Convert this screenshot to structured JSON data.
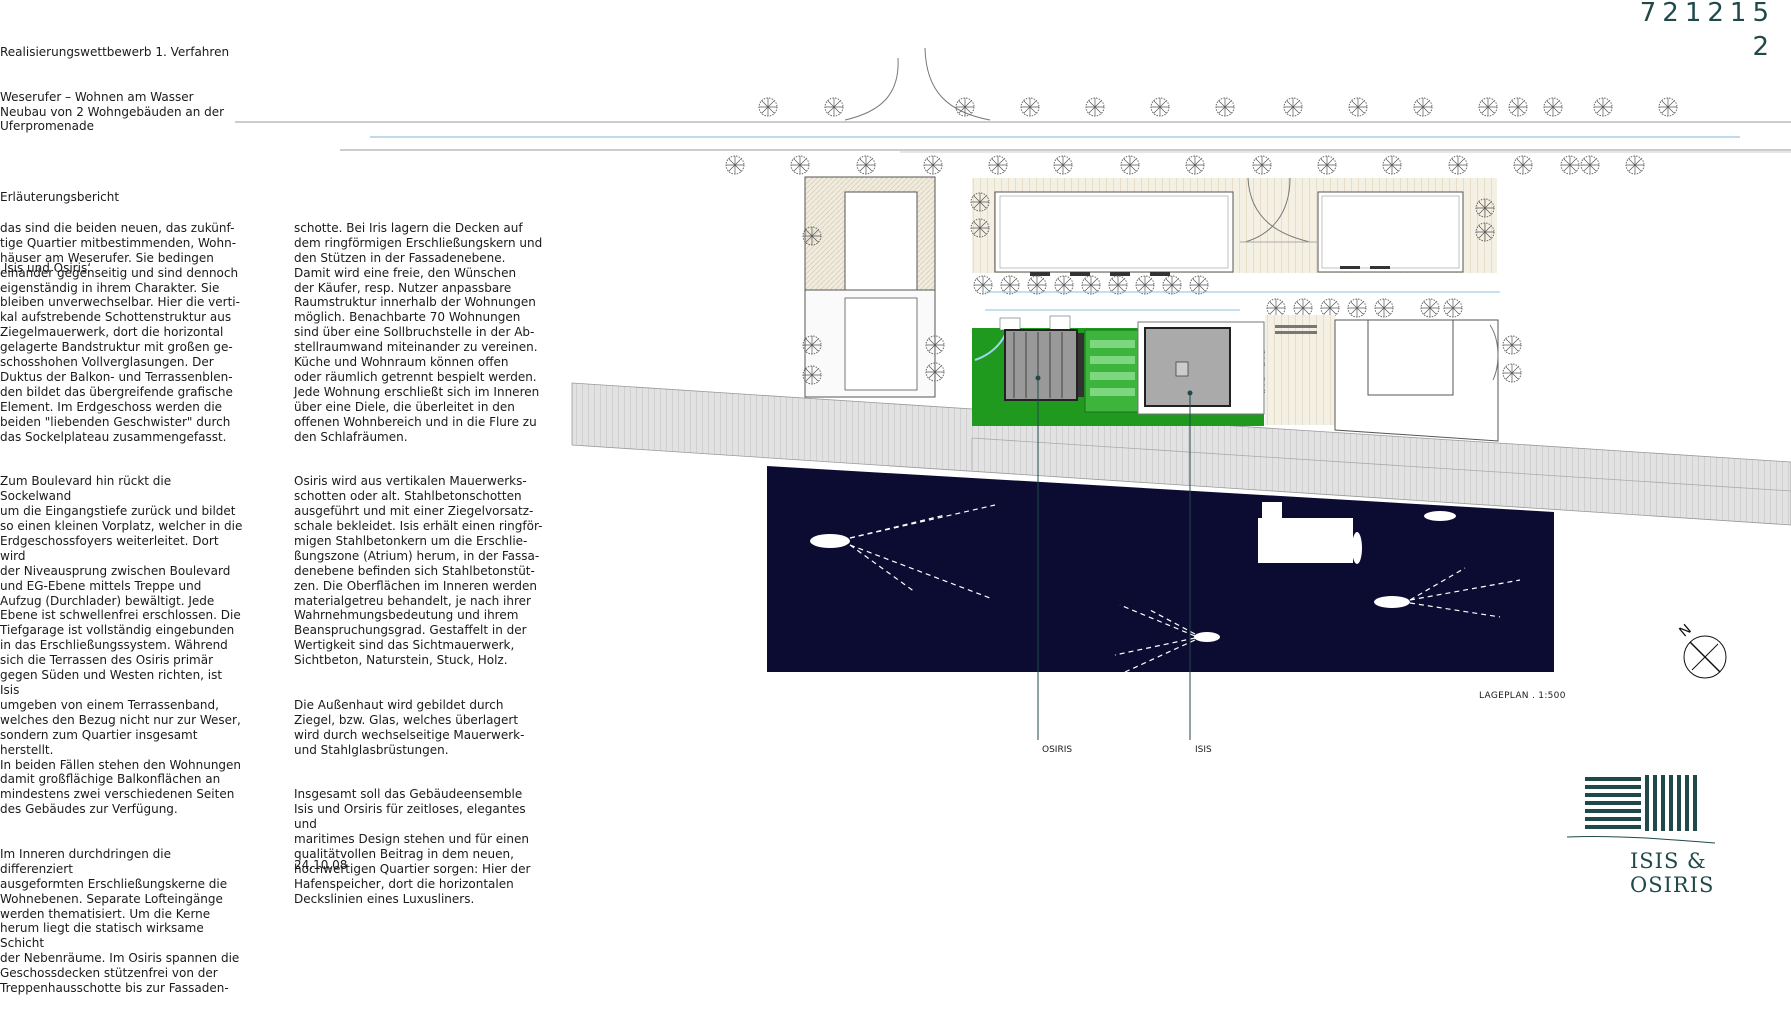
{
  "project_number": "721215",
  "sheet_number": "2",
  "header": {
    "competition": "Realisierungswettbewerb 1. Verfahren",
    "title": "Weserufer – Wohnen am Wasser\nNeubau von 2 Wohngebäuden an der\nUferpromenade",
    "section": "Erläuterungsbericht",
    "motto": "‚Isis und Osiris‘"
  },
  "column1": {
    "p1": "das sind die beiden neuen, das zukünf-\ntige Quartier mitbestimmenden, Wohn-\nhäuser am Weserufer. Sie bedingen\neinander gegenseitig und sind dennoch\neigenständig in ihrem Charakter. Sie\nbleiben unverwechselbar. Hier die verti-\nkal aufstrebende Schottenstruktur aus\nZiegelmauerwerk, dort die horizontal\ngelagerte Bandstruktur mit großen ge-\nschosshohen Vollverglasungen. Der\nDuktus der Balkon- und Terrassenblen-\nden bildet das übergreifende grafische\nElement. Im Erdgeschoss werden die\nbeiden \"liebenden Geschwister\" durch\ndas Sockelplateau zusammengefasst.",
    "p2": "Zum Boulevard hin rückt die Sockelwand\num die Eingangstiefe zurück und bildet\nso einen kleinen Vorplatz, welcher in die\nErdgeschossfoyers weiterleitet. Dort wird\nder Niveausprung zwischen Boulevard\nund EG-Ebene mittels Treppe und\nAufzug (Durchlader) bewältigt. Jede\nEbene ist schwellenfrei erschlossen. Die\nTiefgarage ist vollständig eingebunden\nin das Erschließungssystem. Während\nsich die Terrassen des Osiris primär\ngegen Süden und Westen richten, ist Isis\numgeben von einem Terrassenband,\nwelches den Bezug nicht nur zur Weser,\nsondern zum Quartier insgesamt herstellt.\nIn beiden Fällen stehen den Wohnungen\ndamit großflächige Balkonflächen an\nmindestens zwei verschiedenen Seiten\ndes Gebäudes zur Verfügung.",
    "p3": "Im Inneren durchdringen die differenziert\nausgeformten Erschließungskerne die\nWohnebenen. Separate Lofteingänge\nwerden thematisiert. Um die Kerne\nherum liegt die statisch wirksame Schicht\nder Nebenräume. Im Osiris spannen die\nGeschossdecken stützenfrei von der\nTreppenhausschotte bis zur Fassaden-"
  },
  "column2": {
    "p1": "schotte. Bei Iris lagern die Decken auf\ndem ringförmigen Erschließungskern und\nden Stützen in der Fassadenebene.\nDamit wird eine freie, den Wünschen\nder Käufer, resp. Nutzer anpassbare\nRaumstruktur innerhalb der Wohnungen\nmöglich. Benachbarte 70  Wohnungen\nsind über eine Sollbruchstelle in der Ab-\nstellraumwand miteinander zu vereinen.\nKüche und Wohnraum können offen\noder räumlich getrennt bespielt werden.\nJede Wohnung erschließt sich im Inneren\nüber eine Diele, die überleitet in den\noffenen Wohnbereich und in die Flure zu\nden Schlafräumen.",
    "p2": "Osiris wird aus vertikalen Mauerwerks-\nschotten oder alt. Stahlbetonschotten\nausgeführt und mit einer Ziegelvorsatz-\nschale bekleidet. Isis erhält einen ringför-\nmigen Stahlbetonkern um die Erschlie-\nßungszone (Atrium) herum, in der Fassa-\ndenebene befinden sich Stahlbetonstüt-\nzen. Die Oberflächen im Inneren werden\nmaterialgetreu behandelt, je nach ihrer\nWahrnehmungsbedeutung und ihrem\nBeanspruchungsgrad. Gestaffelt in der\nWertigkeit sind das Sichtmauerwerk,\nSichtbeton, Naturstein, Stuck, Holz.",
    "p3": "Die Außenhaut wird gebildet durch\nZiegel, bzw. Glas, welches überlagert\nwird durch wechselseitige Mauerwerk-\nund Stahlglasbrüstungen.",
    "p4": "Insgesamt soll das Gebäudeensemble\nIsis und Orsiris für zeitloses, elegantes und\nmaritimes Design stehen und für einen\nqualitätvollen Beitrag in dem neuen,\nhochwertigen Quartier sorgen: Hier der\nHafenspeicher, dort die horizontalen\nDeckslinien eines Luxusliners."
  },
  "date": "24.10.08",
  "plan": {
    "scale_label": "LAGEPLAN . 1:500",
    "label_osiris": "OSIRIS",
    "label_isis": "ISIS",
    "north_symbol": "N",
    "colors": {
      "water": "#0c0c33",
      "green": "#1f9a1f",
      "accent": "#1f4a49",
      "line": "#9fc7e0"
    }
  },
  "brand": "ISIS & OSIRIS"
}
